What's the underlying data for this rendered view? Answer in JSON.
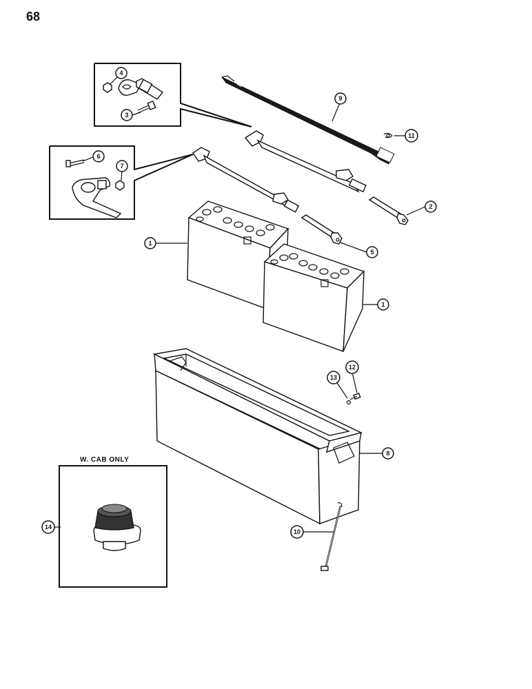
{
  "page": {
    "number": "68"
  },
  "inset_cab": {
    "label": "W. CAB ONLY"
  },
  "callouts": [
    {
      "id": "callout-1a",
      "label": "1"
    },
    {
      "id": "callout-1b",
      "label": "1"
    },
    {
      "id": "callout-2",
      "label": "2"
    },
    {
      "id": "callout-3",
      "label": "3"
    },
    {
      "id": "callout-4",
      "label": "4"
    },
    {
      "id": "callout-5",
      "label": "5"
    },
    {
      "id": "callout-6",
      "label": "6"
    },
    {
      "id": "callout-7",
      "label": "7"
    },
    {
      "id": "callout-8",
      "label": "8"
    },
    {
      "id": "callout-9",
      "label": "9"
    },
    {
      "id": "callout-10",
      "label": "10"
    },
    {
      "id": "callout-11",
      "label": "11"
    },
    {
      "id": "callout-12",
      "label": "12"
    },
    {
      "id": "callout-13",
      "label": "13"
    },
    {
      "id": "callout-14",
      "label": "14"
    }
  ]
}
